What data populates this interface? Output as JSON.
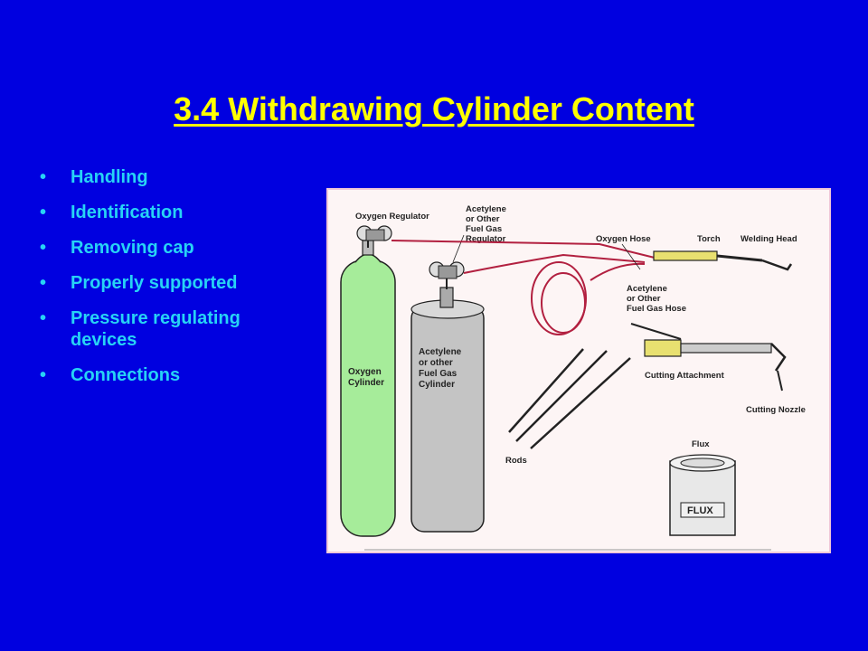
{
  "slide": {
    "title": "3.4 Withdrawing Cylinder Content",
    "bullets": [
      "Handling",
      "Identification",
      "Removing cap",
      "Properly supported",
      "Pressure regulating devices",
      "Connections"
    ]
  },
  "figure": {
    "labels": {
      "oxygen_regulator": "Oxygen Regulator",
      "acetylene_regulator": [
        "Acetylene",
        "or Other",
        "Fuel Gas",
        "Regulator"
      ],
      "oxygen_hose": "Oxygen Hose",
      "torch": "Torch",
      "welding_head": "Welding Head",
      "acetylene_hose": [
        "Acetylene",
        "or Other",
        "Fuel Gas Hose"
      ],
      "oxygen_cylinder": [
        "Oxygen",
        "Cylinder"
      ],
      "acetylene_cylinder": [
        "Acetylene",
        "or other",
        "Fuel Gas",
        "Cylinder"
      ],
      "cutting_attachment": "Cutting Attachment",
      "cutting_nozzle": "Cutting Nozzle",
      "rods": "Rods",
      "flux_label": "Flux",
      "flux_can_text": "FLUX"
    }
  },
  "colors": {
    "background": "#0000e0",
    "title": "#ffff00",
    "bullet_text": "#27d3f5",
    "oxygen_cylinder": "#a6ec9a",
    "acetylene_cylinder": "#c4c4c4",
    "hose": "#b22040"
  }
}
